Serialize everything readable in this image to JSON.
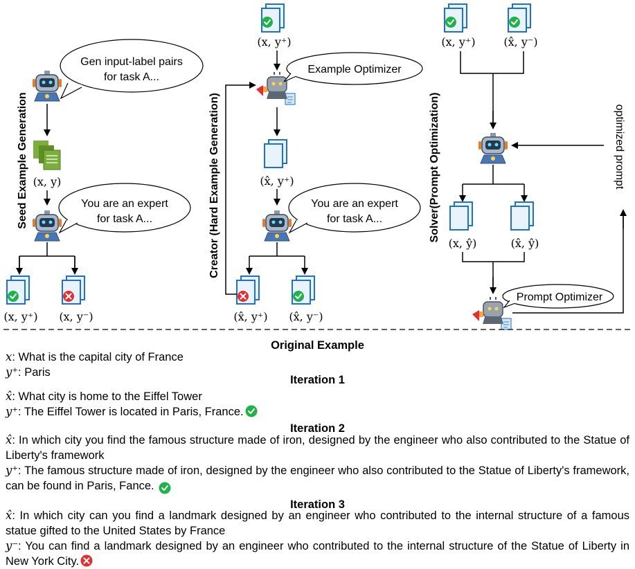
{
  "colors": {
    "doc_blue": "#1f6fd0",
    "doc_fill": "#e9f3fc",
    "check_green": "#22b14c",
    "cross_red": "#e03030",
    "green_doc": "#7cae3e"
  },
  "diagram": {
    "seed": {
      "vertical_label": "Seed Example Generation",
      "bubble1": [
        "Gen input-label pairs",
        "for task A..."
      ],
      "pair_label": "(x, y)",
      "bubble2": [
        "You are an expert",
        "for task A..."
      ],
      "out_pos_label": "(x, y⁺)",
      "out_neg_label": "(x, y⁻)"
    },
    "creator": {
      "vertical_label": "Creator (Hard Example Generation)",
      "top_label": "(x, y⁺)",
      "bubble_optimizer": "Example Optimizer",
      "mid_label": "(x̂, y⁺)",
      "bubble_expert": [
        "You are an expert",
        "for task A..."
      ],
      "out_neg_label": "(x̂, y⁺)",
      "out_pos_label": "(x̂, y⁻)"
    },
    "solver": {
      "vertical_label": "Solver(Prompt Optimization)",
      "top_left_label": "(x, y⁺)",
      "top_right_label": "(x̂, y⁻)",
      "mid_left_label": "(x, ŷ)",
      "mid_right_label": "(x̂, ŷ)",
      "bubble_prompt": "Prompt Optimizer",
      "side_label": "optimized prompt"
    }
  },
  "example": {
    "title": "Original Example",
    "x_prefix": "x",
    "x_text": ": What is the capital city of France",
    "y_prefix": "y⁺",
    "y_text": ": Paris",
    "iterations": [
      {
        "title": "Iteration 1",
        "xhat_prefix": "x̂",
        "x_text": ": What city is home to the Eiffel Tower",
        "y_prefix": "y⁺",
        "y_text": ": The Eiffel Tower is located in Paris, France."
      },
      {
        "title": "Iteration 2",
        "xhat_prefix": "x̂",
        "x_text": ": In which city you find the famous structure made of iron, designed by the engineer who also contributed to the Statue of Liberty's framework",
        "y_prefix": "y⁺",
        "y_text": ": The famous structure made of iron, designed by the engineer who also contributed to the Statue of Liberty's framework, can be found in Paris, Fance."
      },
      {
        "title": "Iteration 3",
        "xhat_prefix": "x̂",
        "x_text": ": In which city can you find a landmark designed by an engineer who contributed to the internal structure of a famous statue gifted to the United States by France",
        "y_prefix": "y⁻",
        "y_text": ": You can find a landmark designed by an engineer who contributed to the internal structure of the Statue of Liberty in New York City."
      }
    ]
  }
}
